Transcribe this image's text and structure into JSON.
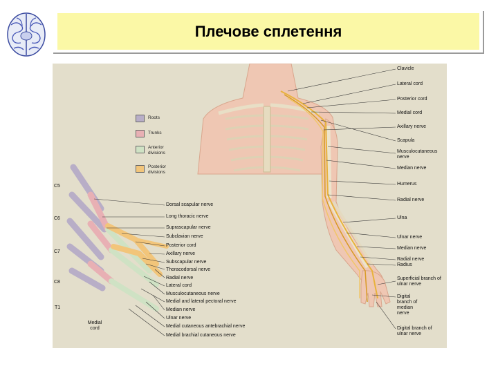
{
  "header": {
    "title": "Плечове сплетення"
  },
  "logo_icon": "brain-icon",
  "figure": {
    "legend": [
      {
        "label": "Roots",
        "color": "#b8aec7"
      },
      {
        "label": "Trunks",
        "color": "#e8b0b4"
      },
      {
        "label": "Anterior divisions",
        "color": "#cfe2c4"
      },
      {
        "label": "Posterior divisions",
        "color": "#f2c57a"
      }
    ],
    "roots": [
      "C5",
      "C6",
      "C7",
      "C8",
      "T1"
    ],
    "medial_cord_label": "Medial cord",
    "plexus_labels": [
      "Dorsal scapular nerve",
      "Long thoracic nerve",
      "Suprascapular nerve",
      "Subclavian nerve",
      "Posterior cord",
      "Axillary nerve",
      "Subscapular nerve",
      "Thoracodorsal nerve",
      "Radial nerve",
      "Lateral cord",
      "Musculocutaneous nerve",
      "Medial and lateral pectoral nerve",
      "Median nerve",
      "Ulnar nerve",
      "Medial cutaneous antebrachial nerve",
      "Medial brachial cutaneous nerve"
    ],
    "arm_labels": [
      "Clavicle",
      "Lateral cord",
      "Posterior cord",
      "Medial cord",
      "Axillary nerve",
      "Scapula",
      "Musculocutaneous nerve",
      "Median nerve",
      "Humerus",
      "Radial nerve",
      "Ulna",
      "Ulnar nerve",
      "Median nerve",
      "Radial nerve",
      "Radius",
      "Superficial branch of ulnar nerve",
      "Digital branch of median nerve",
      "Digital branch of ulnar nerve"
    ]
  }
}
